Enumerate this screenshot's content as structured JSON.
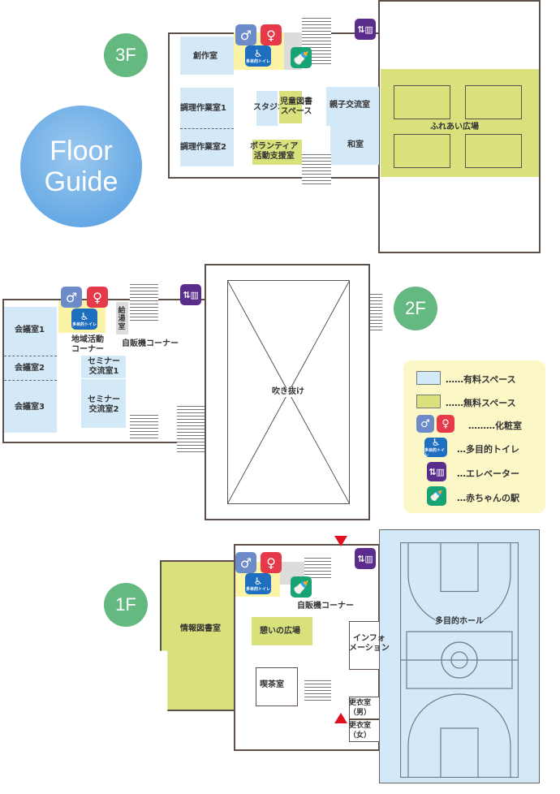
{
  "title": {
    "line1": "Floor",
    "line2": "Guide"
  },
  "floors": {
    "f3": "3F",
    "f2": "2F",
    "f1": "1F"
  },
  "rooms3": {
    "sousaku": "創作室",
    "chouri1": "調理作業室1",
    "chouri2": "調理作業室2",
    "studio": "スタジオ",
    "jidou1": "児童図書",
    "jidou2": "スペース",
    "volunteer1": "ボランティア",
    "volunteer2": "活動支援室",
    "oyako": "親子交流室",
    "washitsu": "和室",
    "fureai": "ふれあい広場"
  },
  "rooms2": {
    "kaigi1": "会議室1",
    "kaigi2": "会議室2",
    "kaigi3": "会議室3",
    "chiiki1": "地域活動",
    "chiiki2": "コーナー",
    "kyuto": "給湯室",
    "jihanki": "自販機コーナー",
    "seminar1a": "セミナー",
    "seminar1b": "交流室1",
    "seminar2a": "セミナー",
    "seminar2b": "交流室2",
    "fukinuke": "吹き抜け"
  },
  "rooms1": {
    "joho": "情報図書室",
    "ikoi": "憩いの広場",
    "jihanki": "自販機コーナー",
    "info1": "インフォ",
    "info2": "メーション",
    "kissa": "喫茶室",
    "kouimen1": "更衣室",
    "kouimen2": "（男）",
    "kouiwomen1": "更衣室",
    "kouiwomen2": "（女）",
    "hall": "多目的ホール"
  },
  "icons": {
    "accessible_label": "多目的トイレ"
  },
  "legend": [
    {
      "label": "……有料スペース"
    },
    {
      "label": "……無料スペース"
    },
    {
      "label": "………化粧室"
    },
    {
      "label": "…多目的トイレ"
    },
    {
      "label": "…エレベーター"
    },
    {
      "label": "…赤ちゃんの駅"
    }
  ],
  "colors": {
    "paid": "#d3e9f8",
    "free": "#d8e17c",
    "floor_badge": "#63b97f",
    "title_circle": "#6aaee0"
  }
}
